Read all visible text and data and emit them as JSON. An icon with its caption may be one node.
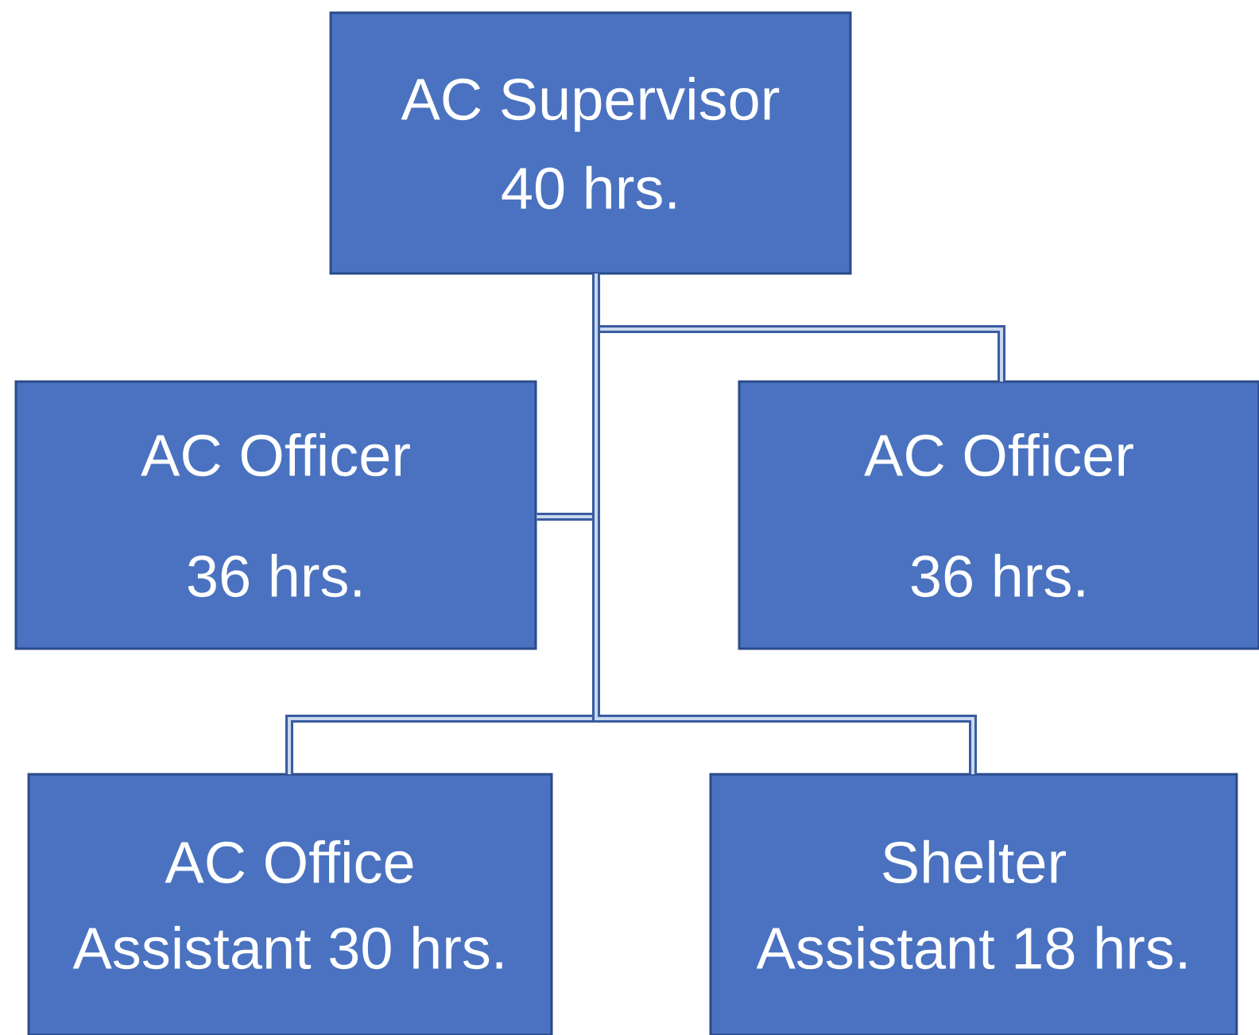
{
  "diagram": {
    "nodes": [
      {
        "text": [
          "AC Supervisor",
          "40 hrs."
        ]
      },
      {
        "text": [
          "AC Officer",
          "36 hrs."
        ]
      },
      {
        "text": [
          "AC Officer",
          "36 hrs."
        ]
      },
      {
        "text": [
          "AC Office",
          "Assistant 30 hrs."
        ]
      },
      {
        "text": [
          "Shelter",
          "Assistant 18 hrs."
        ]
      }
    ],
    "edges": [
      {
        "from": 0,
        "to": 1,
        "arrow": "none"
      },
      {
        "from": 0,
        "to": 2,
        "arrow": "none"
      },
      {
        "from": 0,
        "to": 3,
        "arrow": "none"
      },
      {
        "from": 0,
        "to": 4,
        "arrow": "none"
      }
    ]
  }
}
